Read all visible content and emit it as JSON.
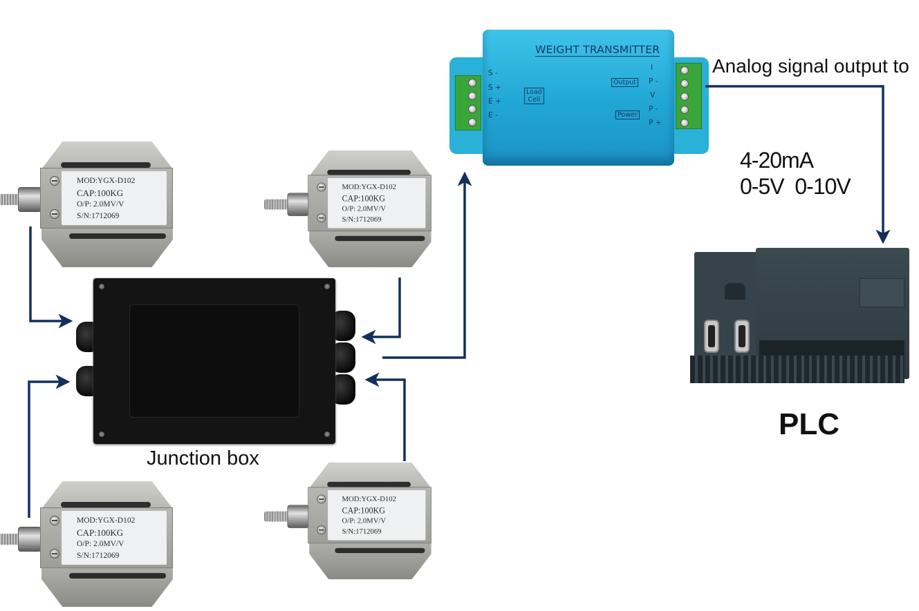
{
  "diagram": {
    "title": "Load cell weighing system wiring",
    "colors": {
      "connector": "#13305c",
      "transmitter_body": "#22a9d6",
      "transmitter_text": "#163960",
      "terminal_block": "#3aa63a",
      "junction_box": "#141414",
      "plc_body": "#36434a"
    }
  },
  "load_cells": [
    {
      "id": "top-left",
      "model": "MOD:YGX-D102",
      "capacity": "CAP:100KG",
      "output": "O/P: 2.0MV/V",
      "serial": "S/N:1712069"
    },
    {
      "id": "top-right",
      "model": "MOD:YGX-D102",
      "capacity": "CAP:100KG",
      "output": "O/P: 2.0MV/V",
      "serial": "S/N:1712069"
    },
    {
      "id": "bottom-left",
      "model": "MOD:YGX-D102",
      "capacity": "CAP:100KG",
      "output": "O/P: 2.0MV/V",
      "serial": "S/N:1712069"
    },
    {
      "id": "bottom-right",
      "model": "MOD:YGX-D102",
      "capacity": "CAP:100KG",
      "output": "O/P: 2.0MV/V",
      "serial": "S/N:1712069"
    }
  ],
  "junction_box": {
    "label": "Junction box"
  },
  "transmitter": {
    "title": "WEIGHT TRANSMITTER",
    "input_pins": [
      "S -",
      "S +",
      "E +",
      "E -"
    ],
    "input_group_label": [
      "Load",
      "Cell"
    ],
    "output_pins": [
      "I",
      "P -",
      "V",
      "P -",
      "P +"
    ],
    "output_group_label": "Output",
    "power_group_label": "Power"
  },
  "annotations": {
    "analog_output": "Analog signal output to",
    "signal_range_1": "4-20mA",
    "signal_range_2": "0-5V  0-10V"
  },
  "plc": {
    "label": "PLC"
  }
}
